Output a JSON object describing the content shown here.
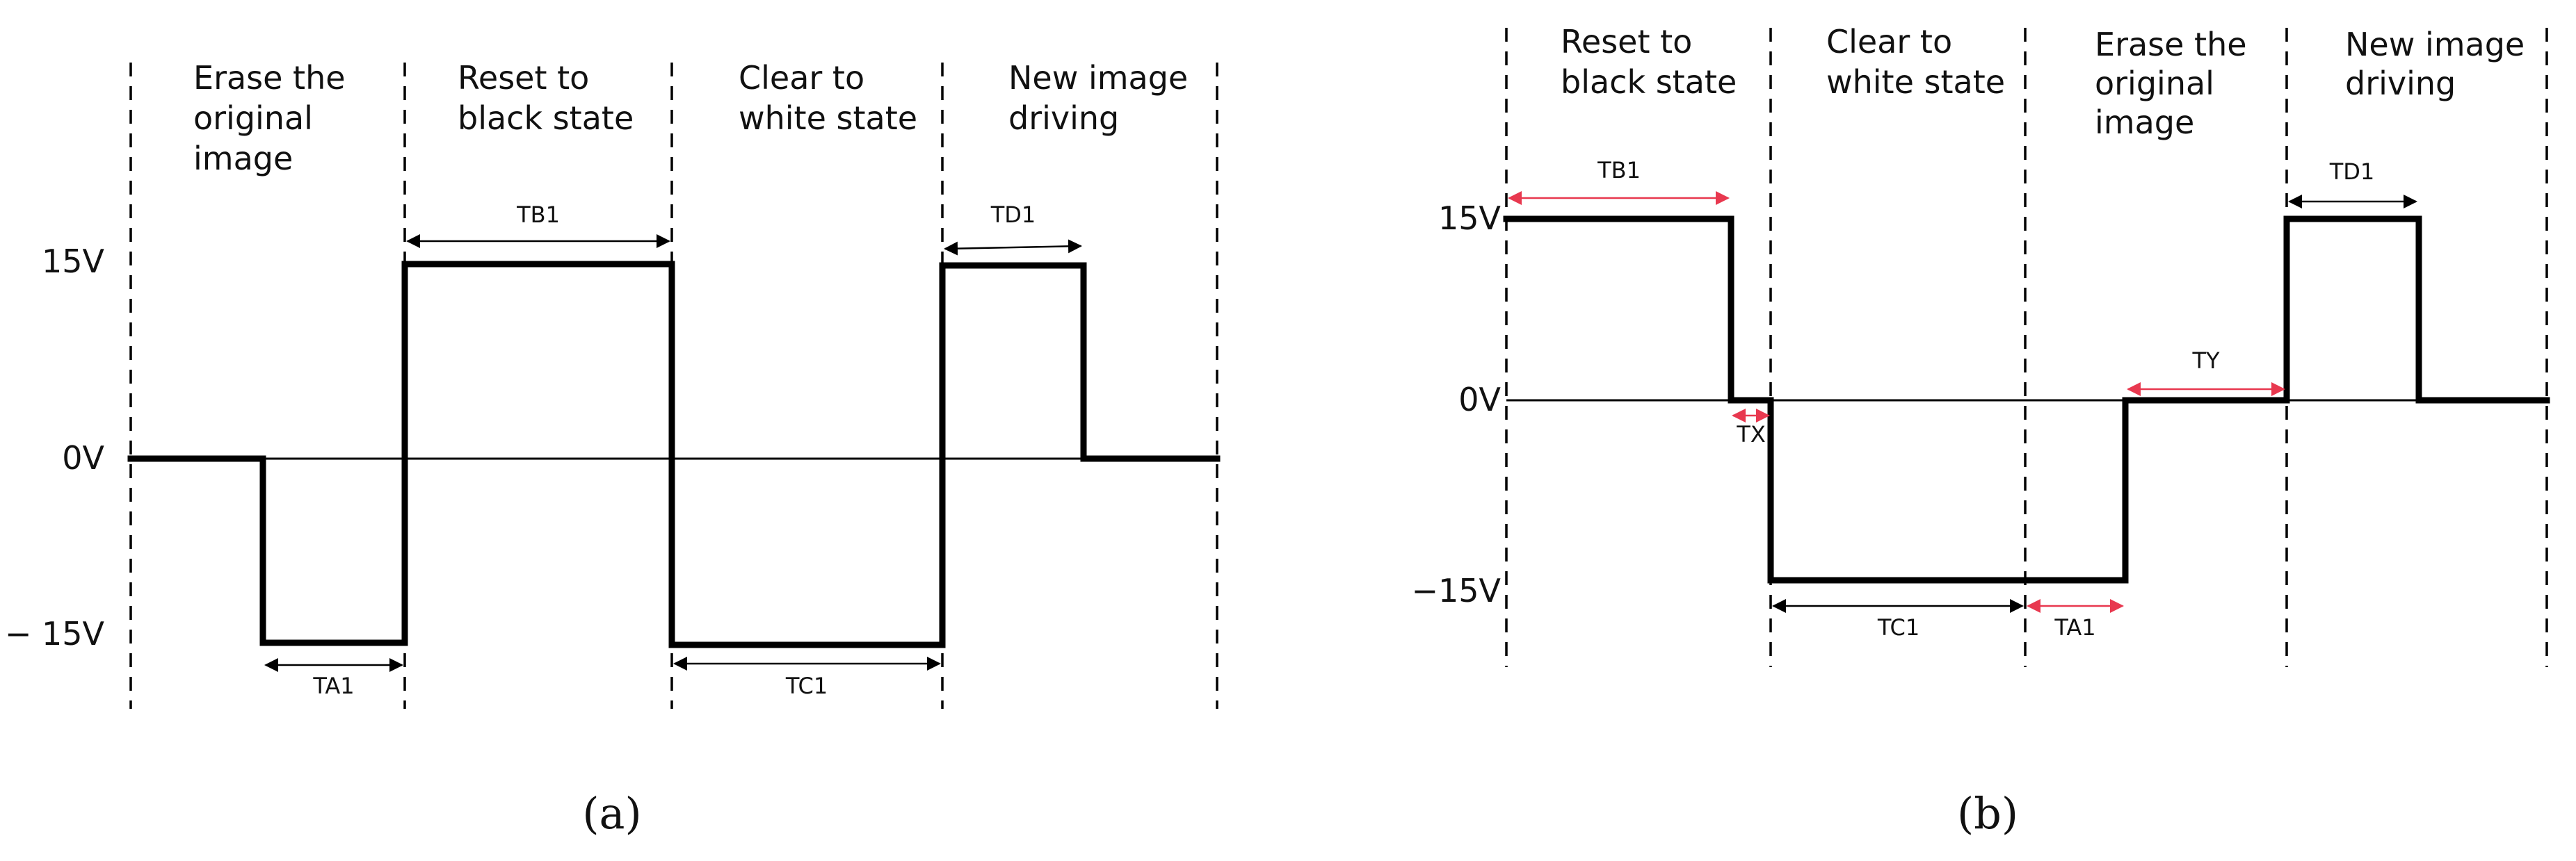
{
  "panels": [
    {
      "id": "a",
      "caption": "(a)",
      "phases": [
        {
          "lines": [
            "Erase the",
            "original",
            "image"
          ]
        },
        {
          "lines": [
            "Reset to",
            "black state"
          ]
        },
        {
          "lines": [
            "Clear to",
            "white state"
          ]
        },
        {
          "lines": [
            "New image",
            "driving"
          ]
        }
      ],
      "voltage_labels": {
        "high": "15V",
        "zero": "0V",
        "low": "− 15V"
      },
      "durations": [
        {
          "label": "TA1",
          "color": "#000000"
        },
        {
          "label": "TB1",
          "color": "#000000"
        },
        {
          "label": "TC1",
          "color": "#000000"
        },
        {
          "label": "TD1",
          "color": "#000000"
        }
      ]
    },
    {
      "id": "b",
      "caption": "(b)",
      "phases": [
        {
          "lines": [
            "Reset to",
            "black state"
          ]
        },
        {
          "lines": [
            "Clear to",
            "white state"
          ]
        },
        {
          "lines": [
            "Erase the",
            "original",
            "image"
          ]
        },
        {
          "lines": [
            "New image",
            "driving"
          ]
        }
      ],
      "voltage_labels": {
        "high": "15V",
        "zero": "0V",
        "low": "−15V"
      },
      "durations": [
        {
          "label": "TB1",
          "color": "#e8384f"
        },
        {
          "label": "TX",
          "color": "#e8384f"
        },
        {
          "label": "TC1",
          "color": "#000000"
        },
        {
          "label": "TA1",
          "color": "#e8384f"
        },
        {
          "label": "TY",
          "color": "#e8384f"
        },
        {
          "label": "TD1",
          "color": "#000000"
        }
      ]
    }
  ],
  "colors": {
    "line": "#000000",
    "highlight_arrow": "#e8384f"
  }
}
